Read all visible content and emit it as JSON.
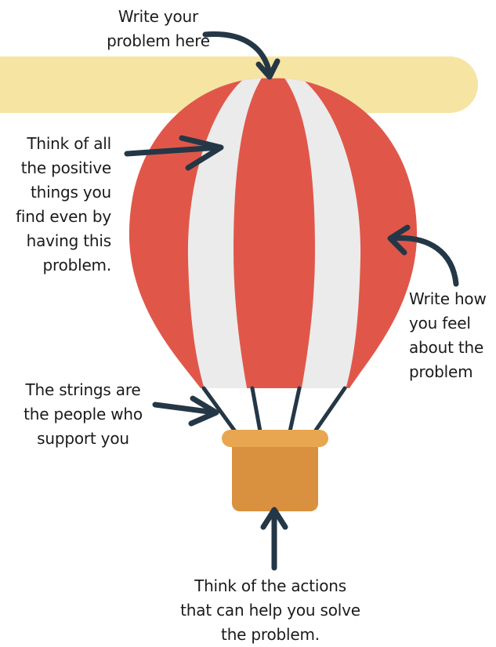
{
  "labels": {
    "problem": "Write your\nproblem here",
    "positive": "Think of all\nthe positive\nthings you\nfind even by\nhaving this\nproblem.",
    "feelings": "Write how\nyou feel\nabout the\nproblem",
    "strings": "The strings are\nthe people who\nsupport you",
    "actions": "Think of the actions\nthat can help you solve\nthe problem."
  },
  "colors": {
    "banner": "#f6e4a3",
    "balloon_red": "#e0574a",
    "balloon_white": "#ebebeb",
    "basket": "#d9913f",
    "basket_rim": "#e8a650",
    "strings": "#243746",
    "arrows": "#243746"
  }
}
